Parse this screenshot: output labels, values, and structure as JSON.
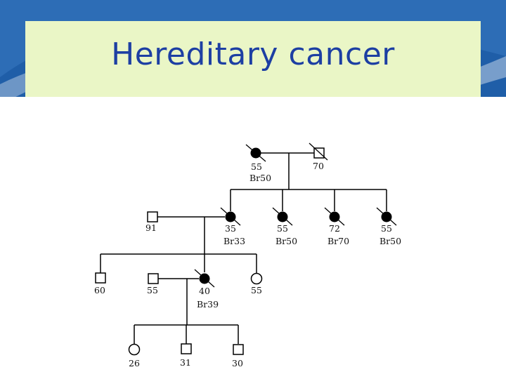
{
  "slide": {
    "title": "Hereditary cancer",
    "colors": {
      "background": "#1f5ea8",
      "title_box": "#eaf6c6",
      "title_text": "#1d3fa3",
      "canvas": "#ffffff",
      "affected": "#000000"
    }
  },
  "pedigree": {
    "gen1": {
      "grandmother": {
        "shape": "circle",
        "affected": true,
        "deceased": true,
        "age": "55",
        "cancer": "Br50"
      },
      "grandfather": {
        "shape": "square",
        "affected": false,
        "deceased": true,
        "age": "70"
      }
    },
    "gen2": [
      {
        "shape": "square",
        "affected": false,
        "deceased": false,
        "age": "91",
        "role": "spouse"
      },
      {
        "shape": "circle",
        "affected": true,
        "deceased": true,
        "age": "35",
        "cancer": "Br33"
      },
      {
        "shape": "circle",
        "affected": true,
        "deceased": true,
        "age": "55",
        "cancer": "Br50"
      },
      {
        "shape": "circle",
        "affected": true,
        "deceased": true,
        "age": "72",
        "cancer": "Br70"
      },
      {
        "shape": "circle",
        "affected": true,
        "deceased": true,
        "age": "55",
        "cancer": "Br50"
      }
    ],
    "gen3": [
      {
        "shape": "square",
        "affected": false,
        "deceased": false,
        "age": "60"
      },
      {
        "shape": "square",
        "affected": false,
        "deceased": false,
        "age": "55",
        "role": "spouse"
      },
      {
        "shape": "circle",
        "affected": true,
        "deceased": true,
        "age": "40",
        "cancer": "Br39"
      },
      {
        "shape": "circle",
        "affected": false,
        "deceased": false,
        "age": "55"
      }
    ],
    "gen4": [
      {
        "shape": "circle",
        "affected": false,
        "deceased": false,
        "age": "26"
      },
      {
        "shape": "square",
        "affected": false,
        "deceased": false,
        "age": "31"
      },
      {
        "shape": "square",
        "affected": false,
        "deceased": false,
        "age": "30"
      }
    ]
  }
}
